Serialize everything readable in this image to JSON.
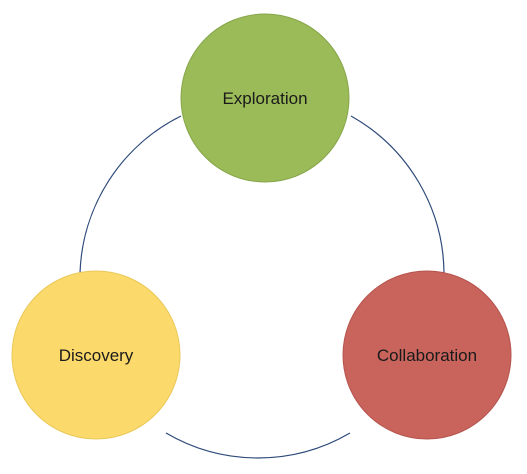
{
  "diagram": {
    "connector_color": "#2e4a7a",
    "nodes": [
      {
        "label": "Exploration",
        "fill": "#9bbb59",
        "stroke": "#86a64a"
      },
      {
        "label": "Collaboration",
        "fill": "#c9645d",
        "stroke": "#b5544d"
      },
      {
        "label": "Discovery",
        "fill": "#fcd96b",
        "stroke": "#e9c85a"
      }
    ]
  }
}
